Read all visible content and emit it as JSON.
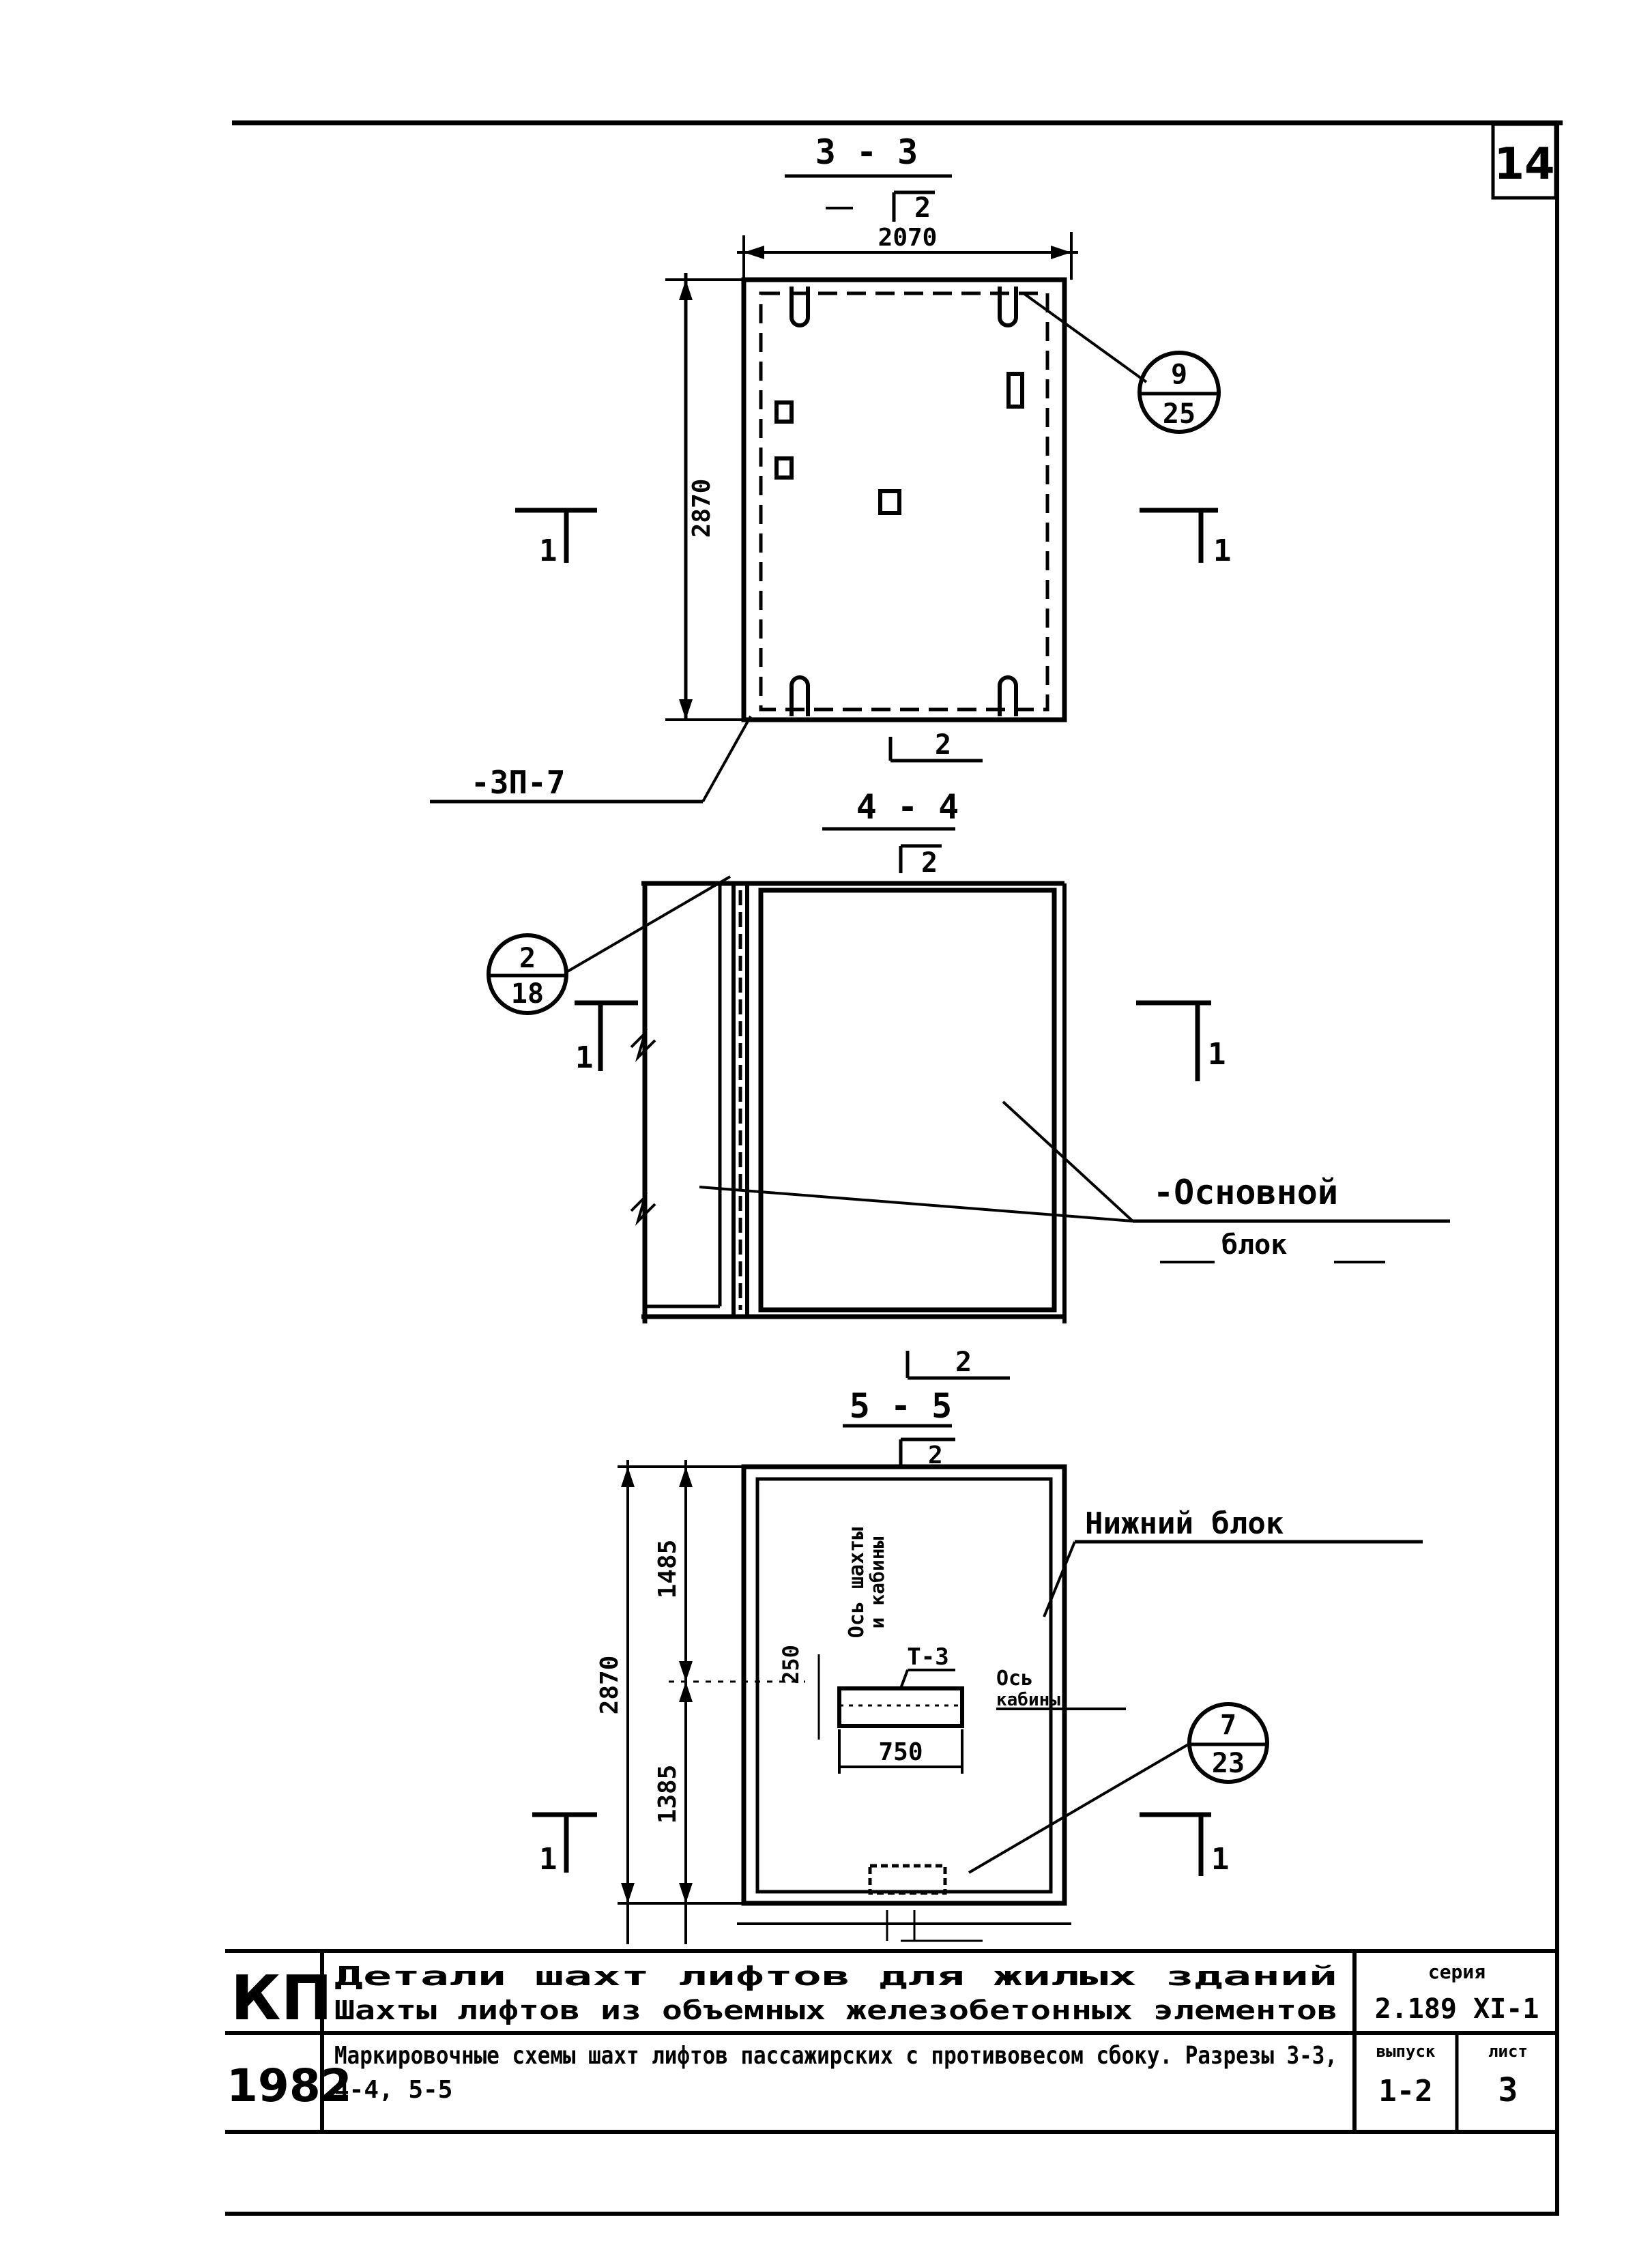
{
  "sheet_number": "14",
  "sections": {
    "s33": {
      "label": "3 - 3",
      "tag": "2",
      "width": "2070",
      "height": "2870",
      "callout_top": "9",
      "callout_bottom": "25",
      "panel_mark": "-ЗП-7",
      "cut_left": "1",
      "cut_right": "1"
    },
    "s44": {
      "label": "4 - 4",
      "tag_top": "2",
      "tag_bottom": "2",
      "callout_top": "2",
      "callout_bottom": "18",
      "cut_left": "1",
      "cut_right": "1",
      "main_block_1": "-Основной",
      "main_block_2": "блок"
    },
    "s55": {
      "label": "5 - 5",
      "tag_top": "2",
      "height": "2870",
      "dim_upper": "1485",
      "dim_lower": "1385",
      "dim_250": "250",
      "dim_750": "750",
      "shaft_axis_1": "Ось шахты",
      "shaft_axis_2": "и кабины",
      "t_mark": "Т-3",
      "cabin_axis_1": "Ось",
      "cabin_axis_2": "кабины",
      "lower_block": "Нижний блок",
      "callout_top": "7",
      "callout_bottom": "23",
      "cut_left": "1",
      "cut_right": "1"
    }
  },
  "title_block": {
    "org": "КП",
    "year": "1982",
    "title_line1": "Детали шахт лифтов для жилых зданий",
    "title_line2": "Шахты лифтов из объемных железобетонных элементов",
    "desc_line1": "Маркировочные схемы шахт лифтов пассажирских с противовесом сбоку. Разрезы 3-3,",
    "desc_line2": "4-4, 5-5",
    "series_label": "серия",
    "series_value": "2.189 XI-1",
    "issue_label": "выпуск",
    "issue_value": "1-2",
    "sheet_label": "лист",
    "sheet_value": "3"
  }
}
